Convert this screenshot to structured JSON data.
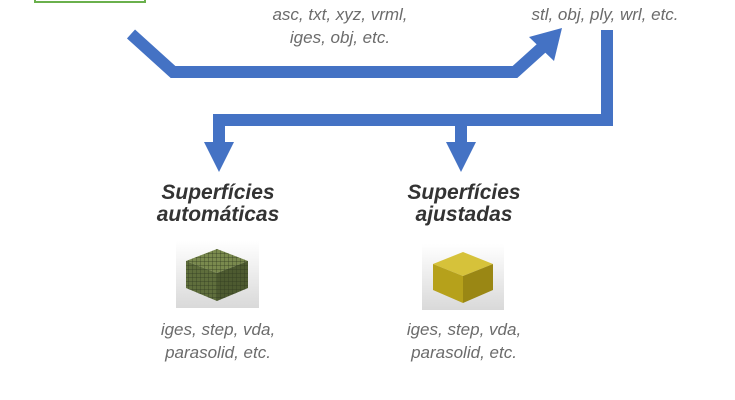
{
  "formats": {
    "point_cloud": "asc, txt, xyz, vrml,\niges, obj, etc.",
    "mesh": "stl, obj, ply, wrl, etc."
  },
  "outputs": [
    {
      "title": "Superfícies\nautomáticas",
      "formats": "iges, step, vda,\nparasolid, etc.",
      "cube_color": "#5f6e3c"
    },
    {
      "title": "Superfícies\najustadas",
      "formats": "iges, step, vda,\nparasolid, etc.",
      "cube_color": "#b6a11b"
    }
  ],
  "colors": {
    "arrow": "#4472c4",
    "box_border": "#6ab04c",
    "title": "#333333",
    "caption": "#6b6b6b"
  }
}
